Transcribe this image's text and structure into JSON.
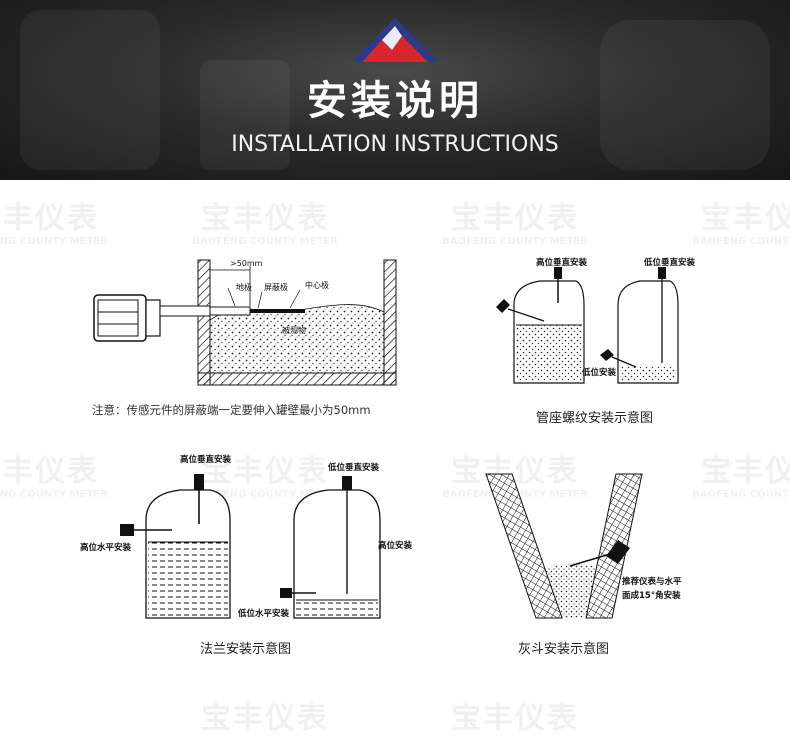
{
  "banner": {
    "title_cn": "安装说明",
    "title_en": "INSTALLATION INSTRUCTIONS"
  },
  "watermark": {
    "cn": "宝丰仪表",
    "en": "BAOFENG COUNTY METER"
  },
  "diagram1": {
    "label_gt50": ">50mm",
    "label_ground": "地极",
    "label_shield": "屏蔽极",
    "label_center": "中心极",
    "label_material": "被测物",
    "note": "注意：传感元件的屏蔽端一定要伸入罐壁最小为50mm"
  },
  "diagram2": {
    "label_high_vertical": "高位垂直安装",
    "label_low_vertical": "低位垂直安装",
    "label_low": "低位安装",
    "caption": "管座螺纹安装示意图"
  },
  "diagram3": {
    "label_high_vertical": "高位垂直安装",
    "label_low_vertical": "低位垂直安装",
    "label_high_horizontal": "高位水平安装",
    "label_high": "高位安装",
    "label_low_horizontal": "低位水平安装",
    "caption": "法兰安装示意图"
  },
  "diagram4": {
    "label_line1": "推荐仪表与水平",
    "label_line2": "面成15°角安装",
    "caption": "灰斗安装示意图"
  },
  "colors": {
    "logo_red": "#d9262c",
    "logo_blue": "#2b3a8c",
    "banner_dark": "#222222"
  }
}
